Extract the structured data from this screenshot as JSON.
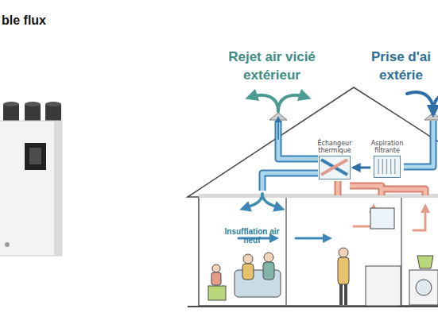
{
  "diagram": {
    "title": "ble flux",
    "nodes": [
      {
        "text": [
          "Échangeur thermique"
        ]
      },
      {
        "text": [
          "Aspiration filtrante"
        ]
      }
    ],
    "edges": [
      {
        "from": 1,
        "to": 0,
        "arrow": "to"
      }
    ],
    "labels": [
      "Rejet air vicié extérieur",
      "Prise d'ai extérie",
      "Insufflation air neuf"
    ]
  }
}
